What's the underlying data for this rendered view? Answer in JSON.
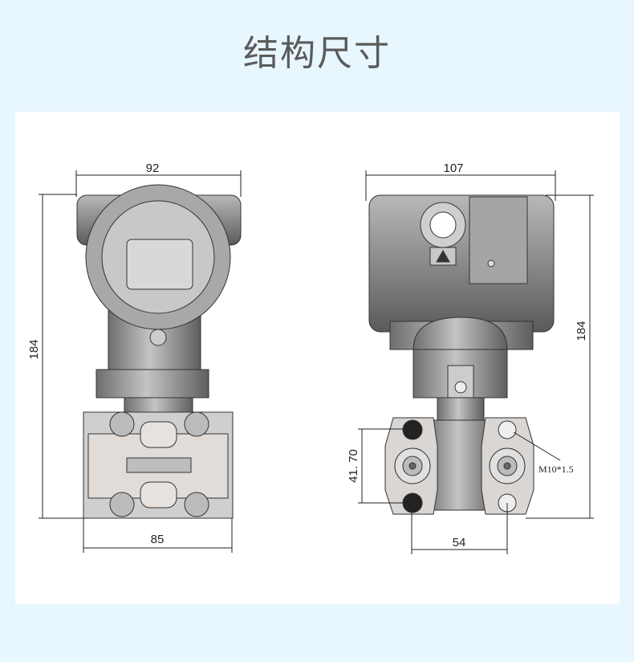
{
  "title": "结构尺寸",
  "front_view": {
    "width_top": "92",
    "height": "184",
    "width_bottom": "85"
  },
  "side_view": {
    "width_top": "107",
    "height": "184",
    "flange_hole_spacing": "41. 70",
    "process_spacing": "54",
    "thread_note": "M10*1.5"
  },
  "colors": {
    "background": "#e8f6fe",
    "panel": "#ffffff",
    "title": "#5b5b5b",
    "body": "#9a9a9a",
    "flange": "#d9d6d3"
  }
}
